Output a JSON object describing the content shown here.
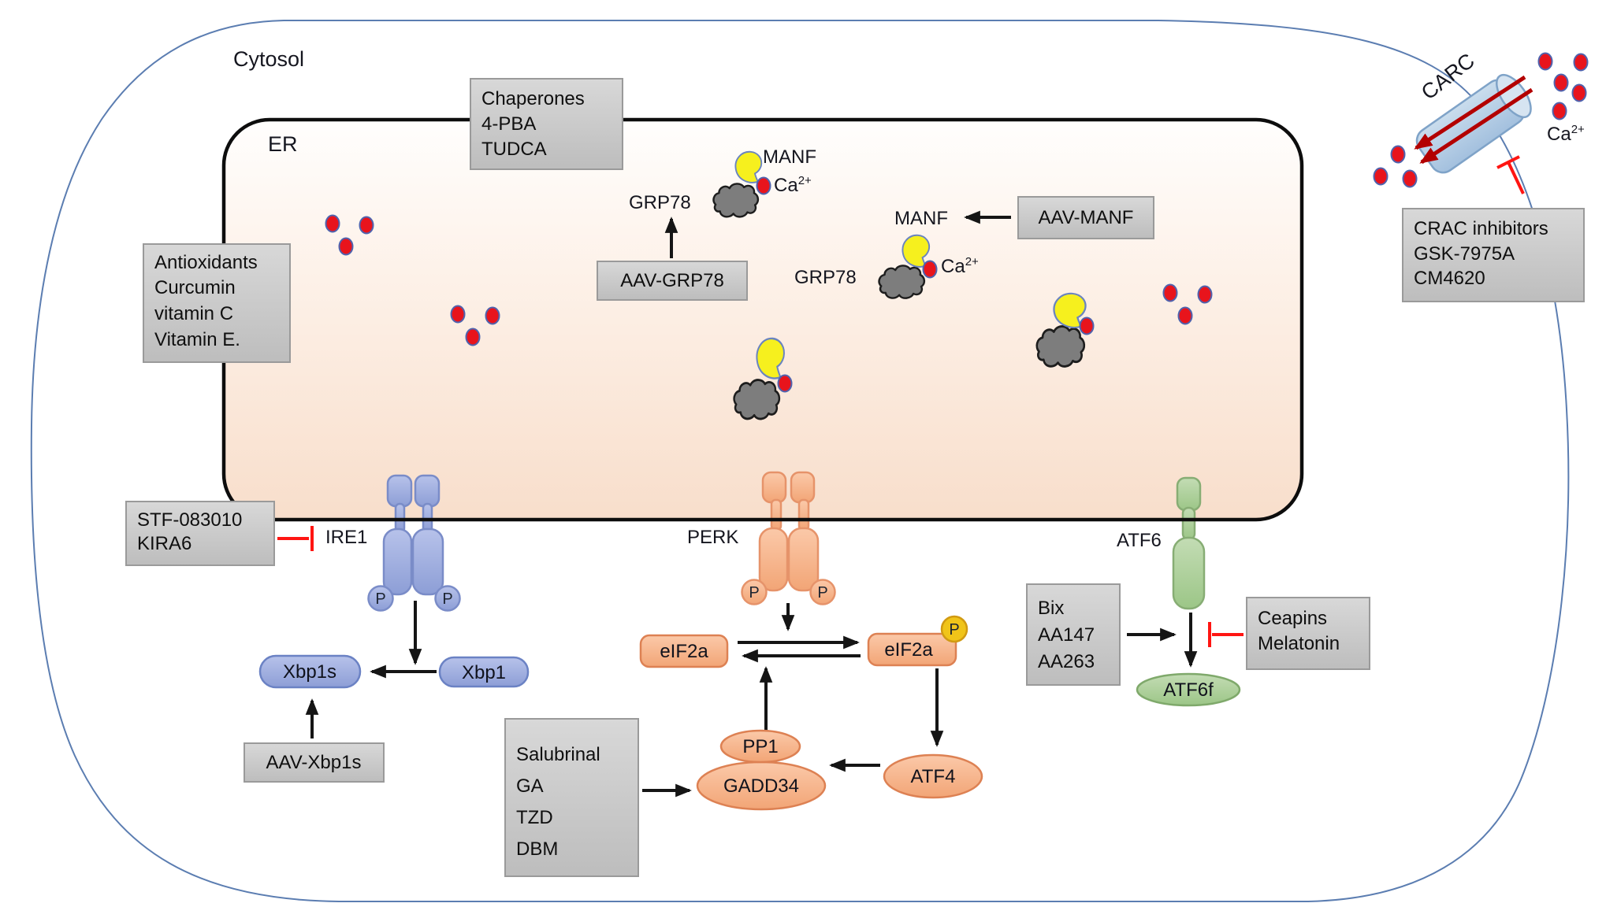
{
  "regions": {
    "cytosol": "Cytosol",
    "er": "ER"
  },
  "boxes": {
    "chaperones": {
      "lines": [
        "Chaperones",
        "4-PBA",
        "TUDCA"
      ]
    },
    "antioxidants": {
      "lines": [
        "Antioxidants",
        "Curcumin",
        "vitamin C",
        "Vitamin E."
      ]
    },
    "aav_grp78": {
      "label": "AAV-GRP78"
    },
    "aav_manf": {
      "label": "AAV-MANF"
    },
    "crac_inhibitors": {
      "lines": [
        "CRAC inhibitors",
        "GSK-7975A",
        "CM4620"
      ]
    },
    "ire1_inhibitors": {
      "lines": [
        "STF-083010",
        "KIRA6"
      ]
    },
    "atf6_activators": {
      "lines": [
        "Bix",
        "AA147",
        "AA263"
      ]
    },
    "atf6_inhibitors": {
      "lines": [
        "Ceapins",
        "Melatonin"
      ]
    },
    "gadd34_modulators": {
      "lines": [
        "Salubrinal",
        "GA",
        "TZD",
        "DBM"
      ]
    },
    "aav_xbp1s": {
      "label": "AAV-Xbp1s"
    }
  },
  "labels": {
    "manf": "MANF",
    "grp78": "GRP78",
    "ca": "Ca",
    "ca_sup": "2+",
    "ire1": "IRE1",
    "perk": "PERK",
    "atf6": "ATF6",
    "carc": "CARC",
    "p": "P"
  },
  "nodes": {
    "xbp1s": "Xbp1s",
    "xbp1": "Xbp1",
    "eif2a": "eIF2a",
    "eif2a_p": "eIF2a",
    "pp1": "PP1",
    "gadd34": "GADD34",
    "atf4": "ATF4",
    "atf6f": "ATF6f"
  },
  "colors": {
    "membrane_blue": "#5b7db1",
    "er_border": "#0d0d0d",
    "er_fill_top": "#fffdfc",
    "er_fill_bottom": "#f8decb",
    "box_gray": "#c9c9c9",
    "box_border": "#9a9a9a",
    "ire1_blue": "#95a5da",
    "perk_orange": "#f3a97c",
    "atf6_green": "#a3c990",
    "node_blue": "#8499d2",
    "node_orange": "#f09f6f",
    "node_green": "#9cc687",
    "calcium_red": "#e8141c",
    "manf_yellow": "#f6f01e",
    "grp78_gray": "#7d7d7d",
    "phospho_yellow": "#f0c419",
    "inhibit_red": "#ff1512",
    "flux_darkred": "#b30000",
    "carc_blue": "#b5cde9"
  }
}
